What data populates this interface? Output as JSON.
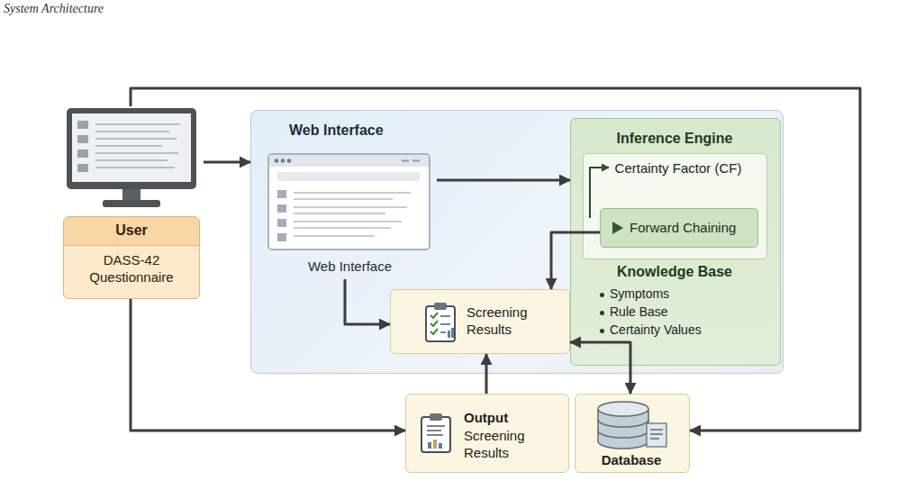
{
  "diagram": {
    "title": "System Architecture",
    "nodes": [
      {
        "text": [
          "User",
          "DASS-42 Questionnaire"
        ]
      },
      {
        "text": [
          "Web Interface"
        ]
      },
      {
        "text": [
          "Web Interface"
        ],
        "in": 1
      },
      {
        "text": [
          "Inference Engine",
          "Knowledge Base",
          "Symptoms",
          "Rule Base",
          "Certainty Values"
        ],
        "in": 1
      },
      {
        "text": [
          "Certainty Factor (CF)"
        ],
        "in": 3
      },
      {
        "text": [
          "Forward Chaining"
        ],
        "in": 4
      },
      {
        "text": [
          "Screening Results"
        ],
        "in": 1
      },
      {
        "text": [
          "Output",
          "Screening Results"
        ]
      },
      {
        "text": [
          "Database"
        ]
      }
    ],
    "edges": [
      {
        "from": 0,
        "to": 1,
        "arrow": "to"
      },
      {
        "from": 2,
        "to": 3,
        "arrow": "to"
      },
      {
        "from": 2,
        "to": 6,
        "arrow": "to"
      },
      {
        "from": 5,
        "to": 6,
        "arrow": "to"
      },
      {
        "from": 6,
        "to": 8,
        "arrow": "both"
      },
      {
        "from": 7,
        "to": 6,
        "arrow": "to"
      },
      {
        "from": 0,
        "to": 7,
        "arrow": "to"
      },
      {
        "from": 0,
        "to": 8,
        "arrow": "to"
      }
    ]
  }
}
